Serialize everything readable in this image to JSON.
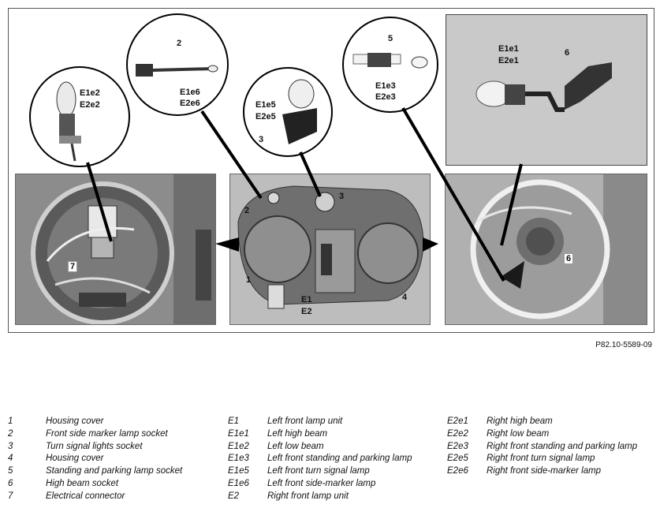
{
  "figure": {
    "callouts": {
      "b1_top": "E1e2",
      "b1_bottom": "E2e2",
      "b2_num": "2",
      "b2_top": "E1e6",
      "b2_bottom": "E2e6",
      "b3_top": "E1e5",
      "b3_bottom": "E2e5",
      "b3_num": "3",
      "b4_num": "5",
      "b4_top": "E1e3",
      "b4_bottom": "E2e3",
      "inset_top": "E1e1",
      "inset_bottom": "E2e1",
      "inset_num": "6",
      "left_num": "7",
      "center_2": "2",
      "center_3": "3",
      "center_1": "1",
      "center_4": "4",
      "center_e1": "E1",
      "center_e2": "E2",
      "right_num": "6"
    },
    "reference": "P82.10-5589-09"
  },
  "legend": {
    "col1": [
      {
        "key": "1",
        "desc": "Housing cover"
      },
      {
        "key": "2",
        "desc": "Front side marker lamp socket"
      },
      {
        "key": "3",
        "desc": "Turn signal lights socket"
      },
      {
        "key": "4",
        "desc": "Housing cover"
      },
      {
        "key": "5",
        "desc": "Standing and parking lamp socket"
      },
      {
        "key": "6",
        "desc": "High beam socket"
      },
      {
        "key": "7",
        "desc": "Electrical connector"
      }
    ],
    "col2": [
      {
        "key": "E1",
        "desc": "Left front lamp unit"
      },
      {
        "key": "E1e1",
        "desc": "Left high beam"
      },
      {
        "key": "E1e2",
        "desc": "Left low beam"
      },
      {
        "key": "E1e3",
        "desc": "Left front standing and parking lamp"
      },
      {
        "key": "E1e5",
        "desc": "Left front turn signal lamp"
      },
      {
        "key": "E1e6",
        "desc": "Left front side-marker lamp"
      },
      {
        "key": "E2",
        "desc": "Right front lamp unit"
      }
    ],
    "col3": [
      {
        "key": "E2e1",
        "desc": "Right high beam"
      },
      {
        "key": "E2e2",
        "desc": "Right low beam"
      },
      {
        "key": "E2e3",
        "desc": "Right front standing and parking lamp"
      },
      {
        "key": "E2e5",
        "desc": "Right front turn signal lamp"
      },
      {
        "key": "E2e6",
        "desc": "Right front side-marker lamp"
      }
    ]
  }
}
